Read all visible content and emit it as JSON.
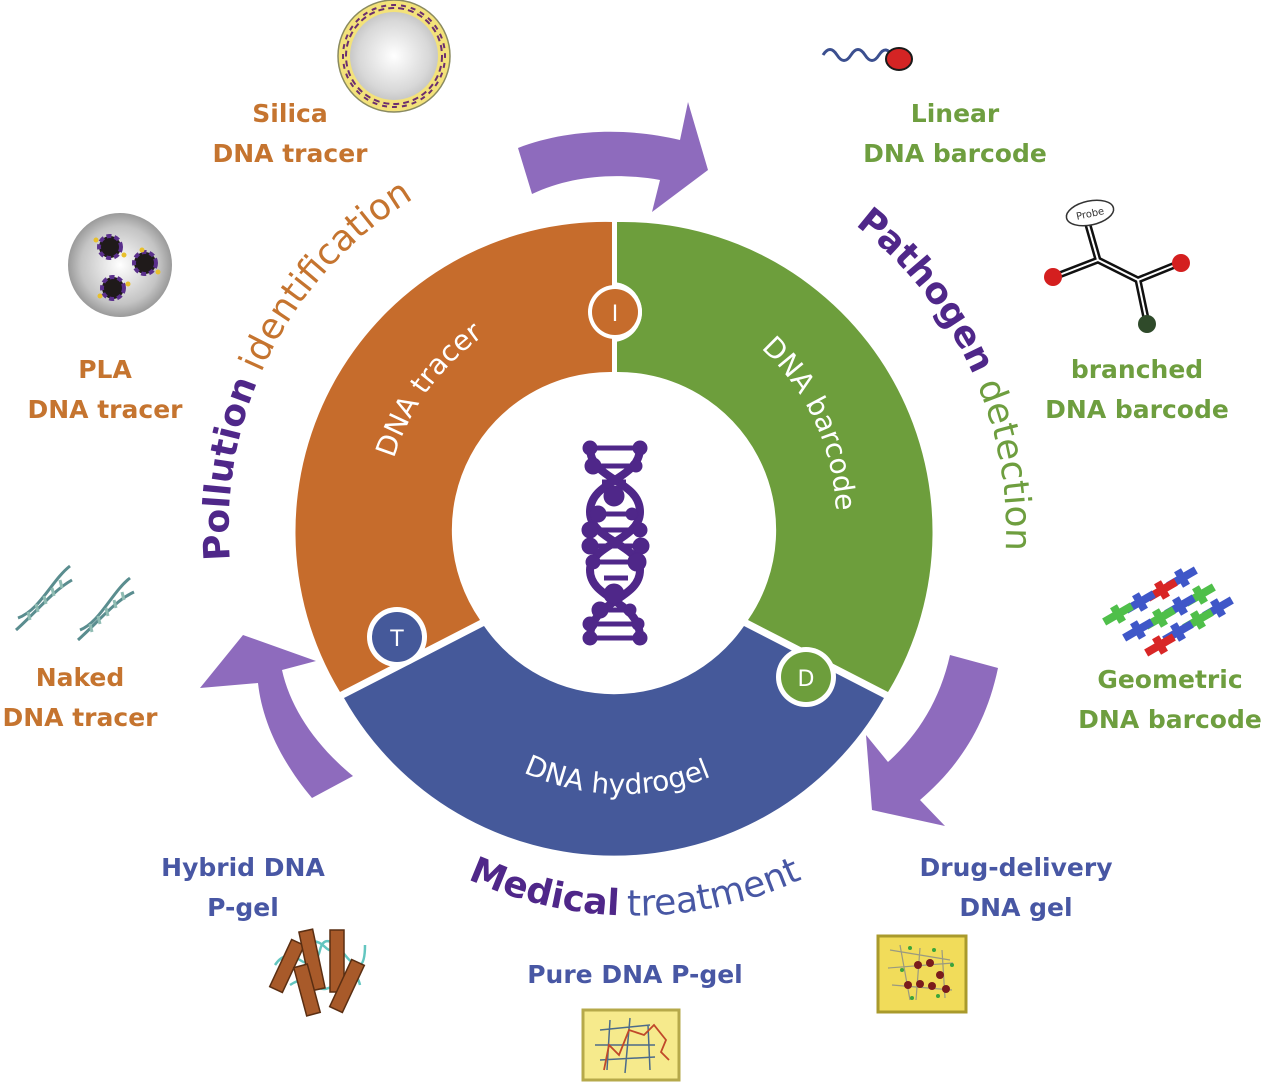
{
  "figure": {
    "center_icon": "dna-double-helix-icon",
    "colors": {
      "tracer": "#c66c2c",
      "barcode": "#6d9e3c",
      "hydrogel": "#45599a",
      "arrow": "#8e6bbd",
      "purple_text": "#4f2789",
      "orange_text": "#c5742f",
      "green_text": "#6e9e3f",
      "blue_text": "#4857a4"
    },
    "ring_segments": [
      {
        "name": "tracer",
        "label": "DNA tracer",
        "badge": "I"
      },
      {
        "name": "barcode",
        "label": "DNA barcode",
        "badge": "D"
      },
      {
        "name": "hydrogel",
        "label": "DNA hydrogel",
        "badge": "T"
      }
    ],
    "application_titles": {
      "pollution": {
        "word1": "Pollution",
        "word2": "identification"
      },
      "pathogen": {
        "word1": "Pathogen",
        "word2": "detection"
      },
      "medical": {
        "word1": "Medical",
        "word2": "treatment"
      }
    },
    "examples": {
      "silica": {
        "line1": "Silica",
        "line2": "DNA tracer",
        "icon": "silica-particle-icon"
      },
      "pla": {
        "line1": "PLA",
        "line2": "DNA tracer",
        "icon": "pla-particle-icon"
      },
      "naked": {
        "line1": "Naked",
        "line2": "DNA tracer",
        "icon": "dna-helix-icon"
      },
      "linear": {
        "line1": "Linear",
        "line2": "DNA barcode",
        "icon": "linear-barcode-icon"
      },
      "branched": {
        "line1": "branched",
        "line2": "DNA barcode",
        "icon": "branched-barcode-icon",
        "probe_label": "Probe"
      },
      "geometric": {
        "line1": "Geometric",
        "line2": "DNA barcode",
        "icon": "geometric-barcode-icon"
      },
      "hybrid": {
        "line1": "Hybrid DNA",
        "line2": "P-gel",
        "icon": "hybrid-gel-icon"
      },
      "pure": {
        "line1": "Pure DNA P-gel",
        "icon": "pure-gel-icon"
      },
      "drug": {
        "line1": "Drug-delivery",
        "line2": "DNA gel",
        "icon": "drug-gel-icon"
      }
    }
  }
}
